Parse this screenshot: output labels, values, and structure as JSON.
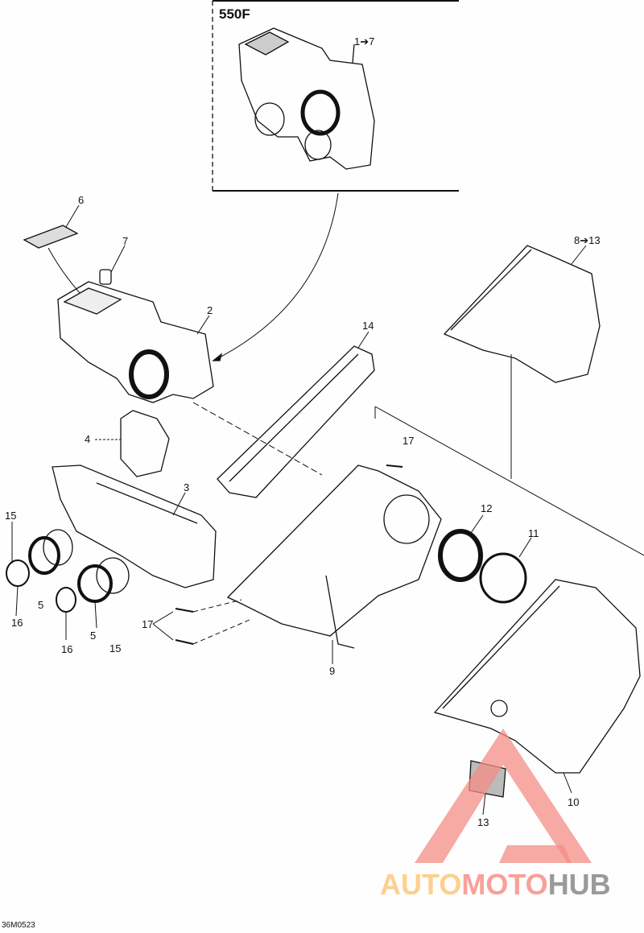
{
  "inset": {
    "title": "550F",
    "callout": "1➔7"
  },
  "callouts": {
    "c6": "6",
    "c7": "7",
    "c2": "2",
    "c4": "4",
    "c3": "3",
    "c15a": "15",
    "c5a": "5",
    "c16a": "16",
    "c16b": "16",
    "c5b": "5",
    "c15b": "15",
    "c17a": "17",
    "c17b": "17",
    "c9": "9",
    "c14": "14",
    "c12": "12",
    "c11": "11",
    "c8_13": "8➔13",
    "c10": "10",
    "c13": "13"
  },
  "watermark": {
    "part1": "AUTO",
    "part2": "MOTO",
    "part3": "HUB",
    "colors": {
      "auto": "#fdd08f",
      "moto": "#f9a09a",
      "hub": "#9a9a9a"
    }
  },
  "drawing_code": "36M0523"
}
